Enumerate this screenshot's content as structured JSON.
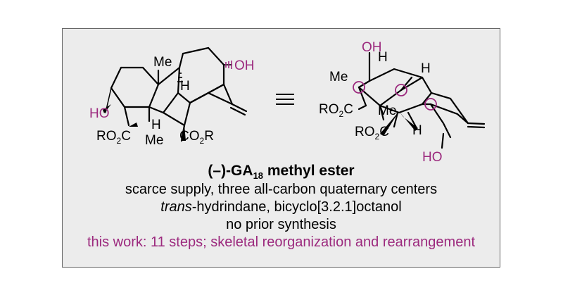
{
  "colors": {
    "accent": "#9c2a7e",
    "panel_bg": "#ececec",
    "border": "#666666",
    "bond": "#000000"
  },
  "left_structure": {
    "me_top": "Me",
    "oh_right": "OH",
    "h_ring": "H",
    "ho_left": "HO",
    "h_bottom": "H",
    "ro2c": "RO",
    "ro2c_sub": "2",
    "ro2c_end": "C",
    "me_bottom": "Me",
    "co2r": "CO",
    "co2r_sub": "2",
    "co2r_end": "R"
  },
  "right_structure": {
    "oh_top": "OH",
    "h_top": "H",
    "me": "Me",
    "ro2c_1": "RO",
    "ro2c_1_sub": "2",
    "ro2c_1_end": "C",
    "me2": "Me",
    "h_right": "H",
    "ro2c_2": "RO",
    "ro2c_2_sub": "2",
    "ro2c_2_end": "C",
    "h_mid": "H",
    "ho_bottom": "HO"
  },
  "title": {
    "prefix": "(–)-GA",
    "subscript": "18",
    "suffix": " methyl ester"
  },
  "line1": "scarce supply, three all-carbon quaternary centers",
  "line2": {
    "italic": "trans",
    "rest": "-hydrindane, bicyclo[3.2.1]octanol"
  },
  "line3": "no prior synthesis",
  "line4": "this work: 11 steps; skeletal reorganization and rearrangement"
}
